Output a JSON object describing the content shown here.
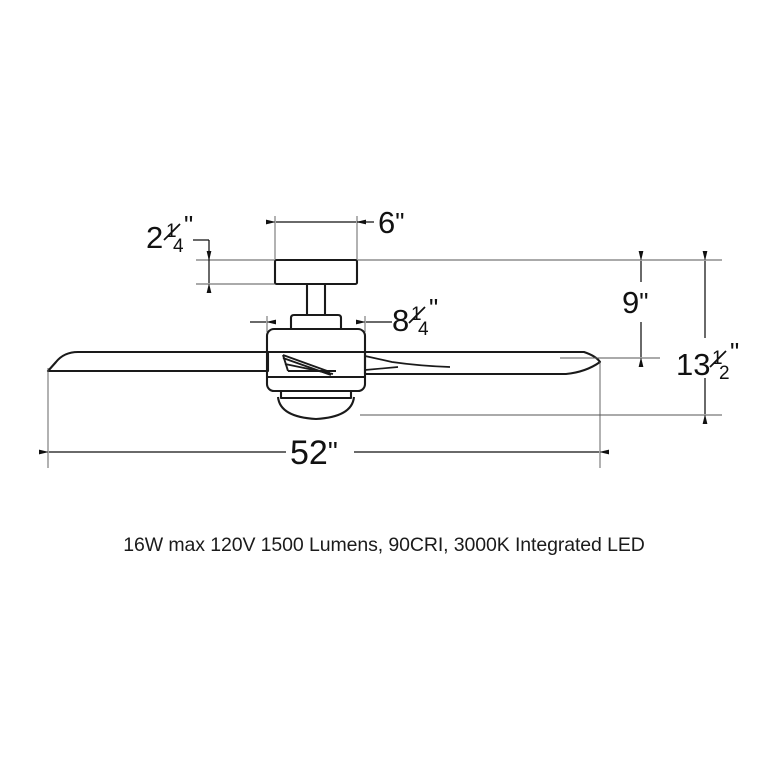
{
  "drawing": {
    "title": "Ceiling fan dimensional drawing",
    "units": "inches",
    "line_color": "#1a1a1a",
    "dimension_color": "#111111",
    "background": "#ffffff"
  },
  "dimensions": {
    "canopy_width": "6\"",
    "canopy_height": "2¼\"",
    "motor_housing_width": "8¼\"",
    "fan_height_to_blades": "9\"",
    "overall_height": "13½\"",
    "blade_span": "52\""
  },
  "labels": {
    "canopy_width": {
      "value": "6",
      "fraction": "",
      "unit": "\""
    },
    "canopy_height": {
      "whole": "2",
      "num": "1",
      "den": "4",
      "unit": "\""
    },
    "housing_width": {
      "whole": "8",
      "num": "1",
      "den": "4",
      "unit": "\""
    },
    "height_nine": {
      "value": "9",
      "unit": "\""
    },
    "overall": {
      "whole": "13",
      "num": "1",
      "den": "2",
      "unit": "\""
    },
    "span": {
      "value": "52",
      "unit": "\""
    }
  },
  "caption": {
    "text": "16W max 120V 1500 Lumens, 90CRI, 3000K Integrated LED"
  },
  "parts": {
    "canopy": "ceiling-canopy",
    "downrod": "downrod",
    "motor_housing": "motor-housing",
    "light_kit": "integrated-led-light-kit",
    "blade_left": "fan-blade-left",
    "blade_right": "fan-blade-right",
    "blade_iron": "blade-iron-bracket"
  }
}
